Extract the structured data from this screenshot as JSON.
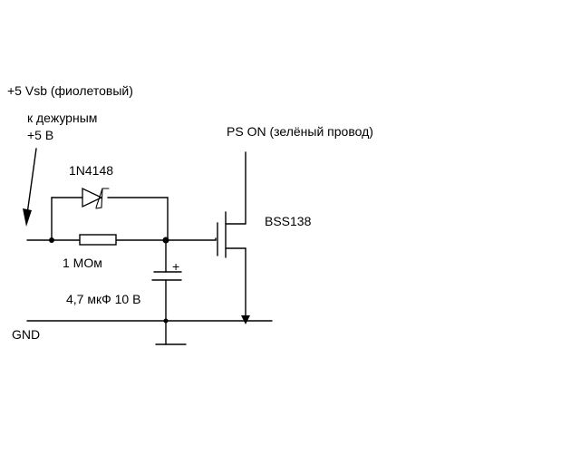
{
  "labels": {
    "vsb": "+5 Vsb (фиолетовый)",
    "standby_line1": "к дежурным",
    "standby_line2": "+5 В",
    "ps_on": "PS ON (зелёный провод)",
    "diode": "1N4148",
    "transistor": "BSS138",
    "resistor": "1 МОм",
    "capacitor": "4,7 мкФ 10 В",
    "capacitor_polarity": "+",
    "gnd": "GND"
  }
}
